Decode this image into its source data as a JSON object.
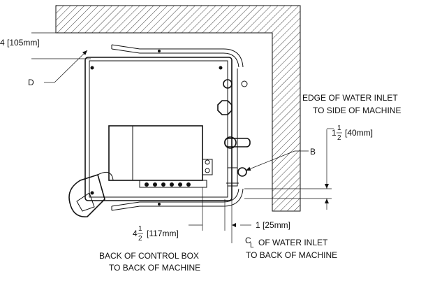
{
  "labels": {
    "dim_top": "4 [105mm]",
    "callout_d": "D",
    "edge_inlet_line1": "EDGE OF WATER INLET",
    "edge_inlet_line2": "TO SIDE OF MACHINE",
    "dim_side_whole": "1",
    "dim_side_num": "1",
    "dim_side_den": "2",
    "dim_side_mm": "[40mm]",
    "callout_b": "B",
    "dim_bottom_right": "1 [25mm]",
    "dim_bottom_left_whole": "4",
    "dim_bottom_left_num": "1",
    "dim_bottom_left_den": "2",
    "dim_bottom_left_mm": "[117mm]",
    "cl_c": "C",
    "cl_l": "L",
    "cl_line1": "OF WATER INLET",
    "cl_line2": "TO BACK OF MACHINE",
    "control_line1": "BACK OF CONTROL BOX",
    "control_line2": "TO BACK OF MACHINE"
  }
}
